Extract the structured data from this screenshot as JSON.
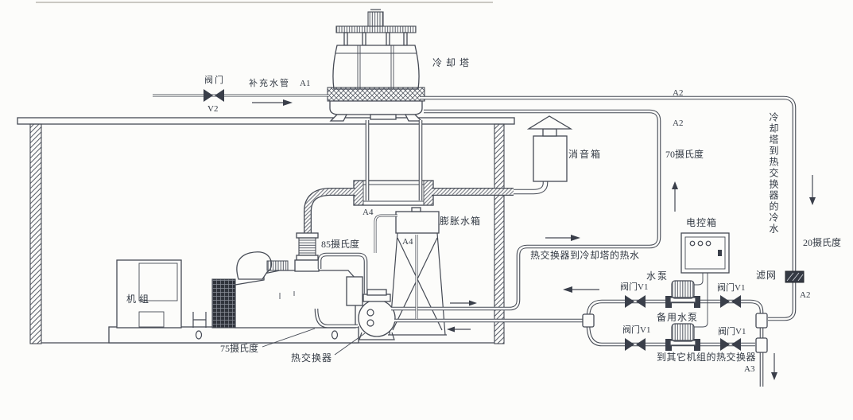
{
  "equipment": {
    "cooling_tower": "冷却塔",
    "muffler": "消音箱",
    "expansion_tank": "膨胀水箱",
    "genset": "机组",
    "heat_exchanger": "热交换器",
    "control_box": "电控箱",
    "pump": "水泵",
    "backup_pump": "备用水泵",
    "strainer": "滤网",
    "makeup_pipe": "补充水管",
    "makeup_valve": "阀门",
    "valve_v1_top_left": "阀门V1",
    "valve_v1_top_right": "阀门V1",
    "valve_v1_bottom_left": "阀门V1",
    "valve_v1_bottom_right": "阀门V1"
  },
  "annotations": {
    "points": {
      "a1": "A1",
      "a2_top": "A2",
      "a2_riser": "A2",
      "a2_cold": "A2",
      "a3": "A3",
      "a4_pipe": "A4",
      "a4_tank": "A4",
      "v2": "V2"
    },
    "temperatures": {
      "t85": "85摄氏度",
      "t75": "75摄氏度",
      "t70": "70摄氏度",
      "t20": "20摄氏度"
    },
    "flows": {
      "hot_to_tower": "热交换器到冷却塔的热水",
      "cold_from_tower": "冷却塔到热交换器的冷水",
      "to_other_units": "到其它机组的热交换器"
    }
  },
  "colors": {
    "line": "#454a54",
    "paper": "#fcfcfa",
    "ink": "#333a44"
  }
}
